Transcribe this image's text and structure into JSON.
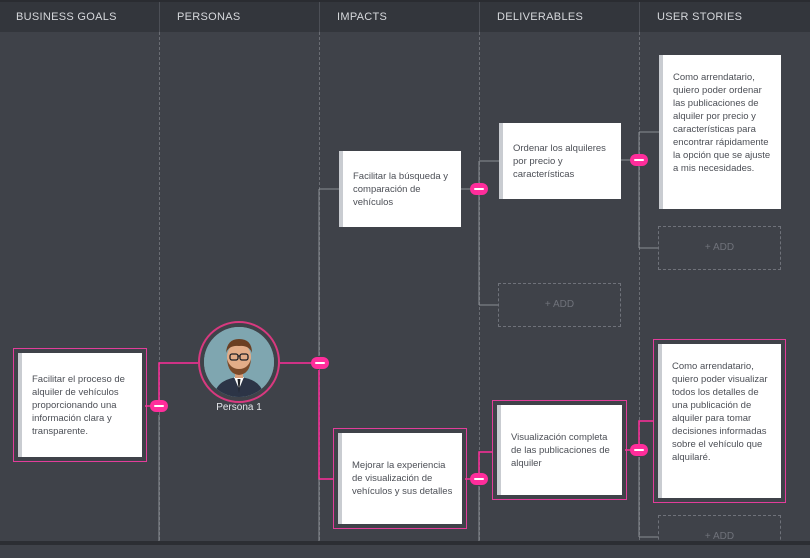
{
  "columns": [
    {
      "label": "BUSINESS GOALS"
    },
    {
      "label": "PERSONAS"
    },
    {
      "label": "IMPACTS"
    },
    {
      "label": "DELIVERABLES"
    },
    {
      "label": "USER STORIES"
    }
  ],
  "business_goal": {
    "text": "Facilitar el proceso de alquiler de vehículos proporcionando una información clara y transparente."
  },
  "persona": {
    "name": "Persona 1",
    "avatar_icon": "person-avatar-icon"
  },
  "impacts": [
    {
      "text": "Facilitar la búsqueda y comparación de vehículos"
    },
    {
      "text": "Mejorar la experiencia de visualización de vehículos y sus detalles"
    }
  ],
  "deliverables": [
    {
      "text": "Ordenar los alquileres por precio y características"
    },
    {
      "text": "Visualización completa de las publicaciones de alquiler"
    }
  ],
  "user_stories": [
    {
      "text": "Como arrendatario, quiero poder ordenar las publicaciones de alquiler por precio y características para encontrar rápidamente la opción que se ajuste a mis necesidades."
    },
    {
      "text": "Como arrendatario, quiero poder visualizar todos los detalles de una publicación de alquiler para tomar decisiones informadas sobre el vehículo que alquilaré."
    }
  ],
  "add_label": "+ ADD",
  "colors": {
    "background": "#3f4249",
    "header": "#33363c",
    "accent": "#ff2d9b",
    "line": "#8a8d93"
  }
}
